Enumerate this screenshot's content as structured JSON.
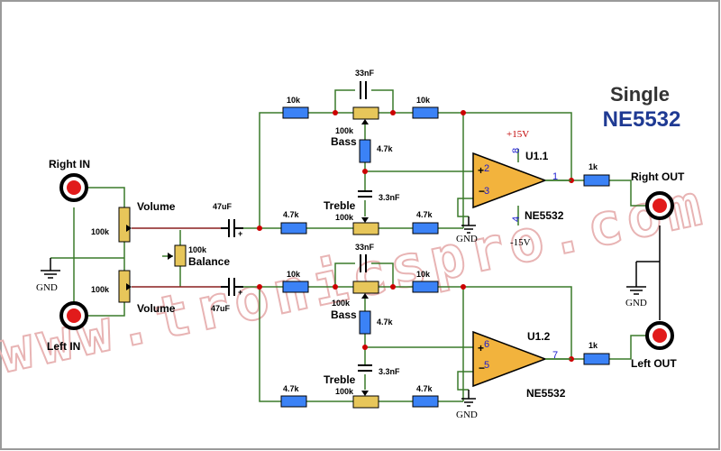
{
  "title": {
    "line1": "Single",
    "line2": "NE5532"
  },
  "watermark": "www.tronicspro.com",
  "colors": {
    "wire_green": "#3a7a2a",
    "wire_red": "#8a1e1e",
    "dot": "#cc0000",
    "resistor": "#3b82f6",
    "pot": "#e7c65a",
    "opamp": "#f2b33d",
    "jack_red": "#e11b1b"
  },
  "inputs": {
    "right": "Right IN",
    "left": "Left IN",
    "gnd": "GND"
  },
  "outputs": {
    "right": "Right OUT",
    "left": "Left OUT",
    "gnd": "GND"
  },
  "controls": {
    "volume_top": "Volume",
    "volume_bottom": "Volume",
    "volume_top_value": "100k",
    "volume_bottom_value": "100k",
    "balance_value": "100k",
    "balance": "Balance",
    "cap_top": "47uF",
    "cap_bottom": "47uF"
  },
  "top_channel": {
    "cap_33": "33nF",
    "res_left": "10k",
    "res_right": "10k",
    "bass_value": "100k",
    "bass": "Bass",
    "res_bass": "4.7k",
    "treble": "Treble",
    "treble_value": "100k",
    "cap_3_3": "3.3nF",
    "res_treble_left": "4.7k",
    "res_treble_right": "4.7k",
    "gnd": "GND"
  },
  "bottom_channel": {
    "cap_33": "33nF",
    "res_left": "10k",
    "res_right": "10k",
    "bass_value": "100k",
    "bass": "Bass",
    "res_bass": "4.7k",
    "treble": "Treble",
    "treble_value": "100k",
    "cap_3_3": "3.3nF",
    "res_treble_left": "4.7k",
    "res_treble_right": "4.7k",
    "gnd": "GND"
  },
  "opamp_top": {
    "name": "U1.1",
    "part": "NE5532",
    "vplus": "+15V",
    "vminus": "-15V",
    "pin_plus": "2",
    "pin_minus": "3",
    "pin_out": "1",
    "pin_vcc": "8",
    "pin_vee": "4",
    "sym_plus": "+",
    "sym_minus": "−",
    "out_res": "1k"
  },
  "opamp_bottom": {
    "name": "U1.2",
    "part": "NE5532",
    "pin_plus": "6",
    "pin_minus": "5",
    "pin_out": "7",
    "sym_plus": "+",
    "sym_minus": "−",
    "out_res": "1k"
  }
}
